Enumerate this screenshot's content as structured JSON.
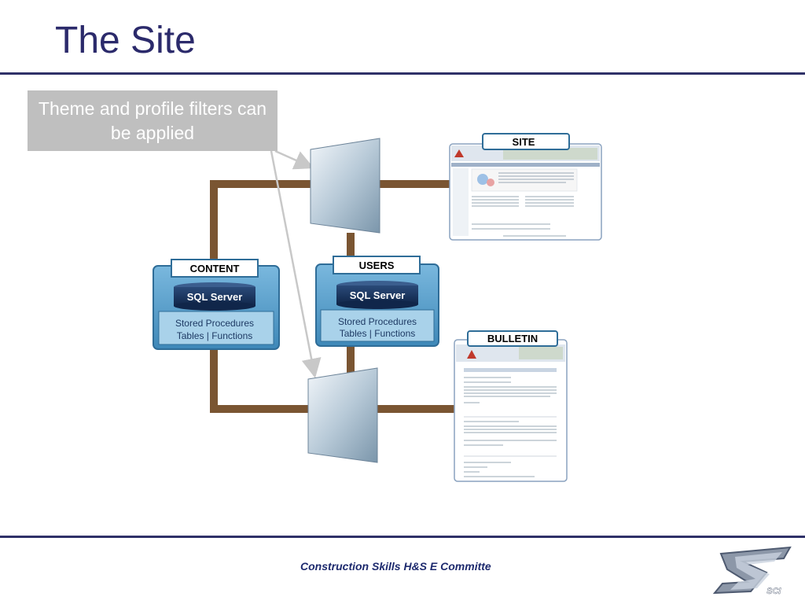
{
  "slide": {
    "title": "The Site",
    "callout": "Theme and profile filters can be applied",
    "footer": "Construction Skills  H&S E Committe"
  },
  "databases": {
    "content": {
      "label": "CONTENT",
      "engine": "SQL Server",
      "line1": "Stored Procedures",
      "line2": "Tables | Functions"
    },
    "users": {
      "label": "USERS",
      "engine": "SQL Server",
      "line1": "Stored Procedures",
      "line2": "Tables | Functions"
    }
  },
  "outputs": {
    "site": {
      "label": "SITE"
    },
    "bulletin": {
      "label": "BULLETIN"
    }
  },
  "logo": {
    "text": "SCI"
  },
  "colors": {
    "title": "#2b2a6b",
    "pipe": "#7a5532",
    "db_blue": "#5aa0cc",
    "navy": "#1e3a64"
  }
}
